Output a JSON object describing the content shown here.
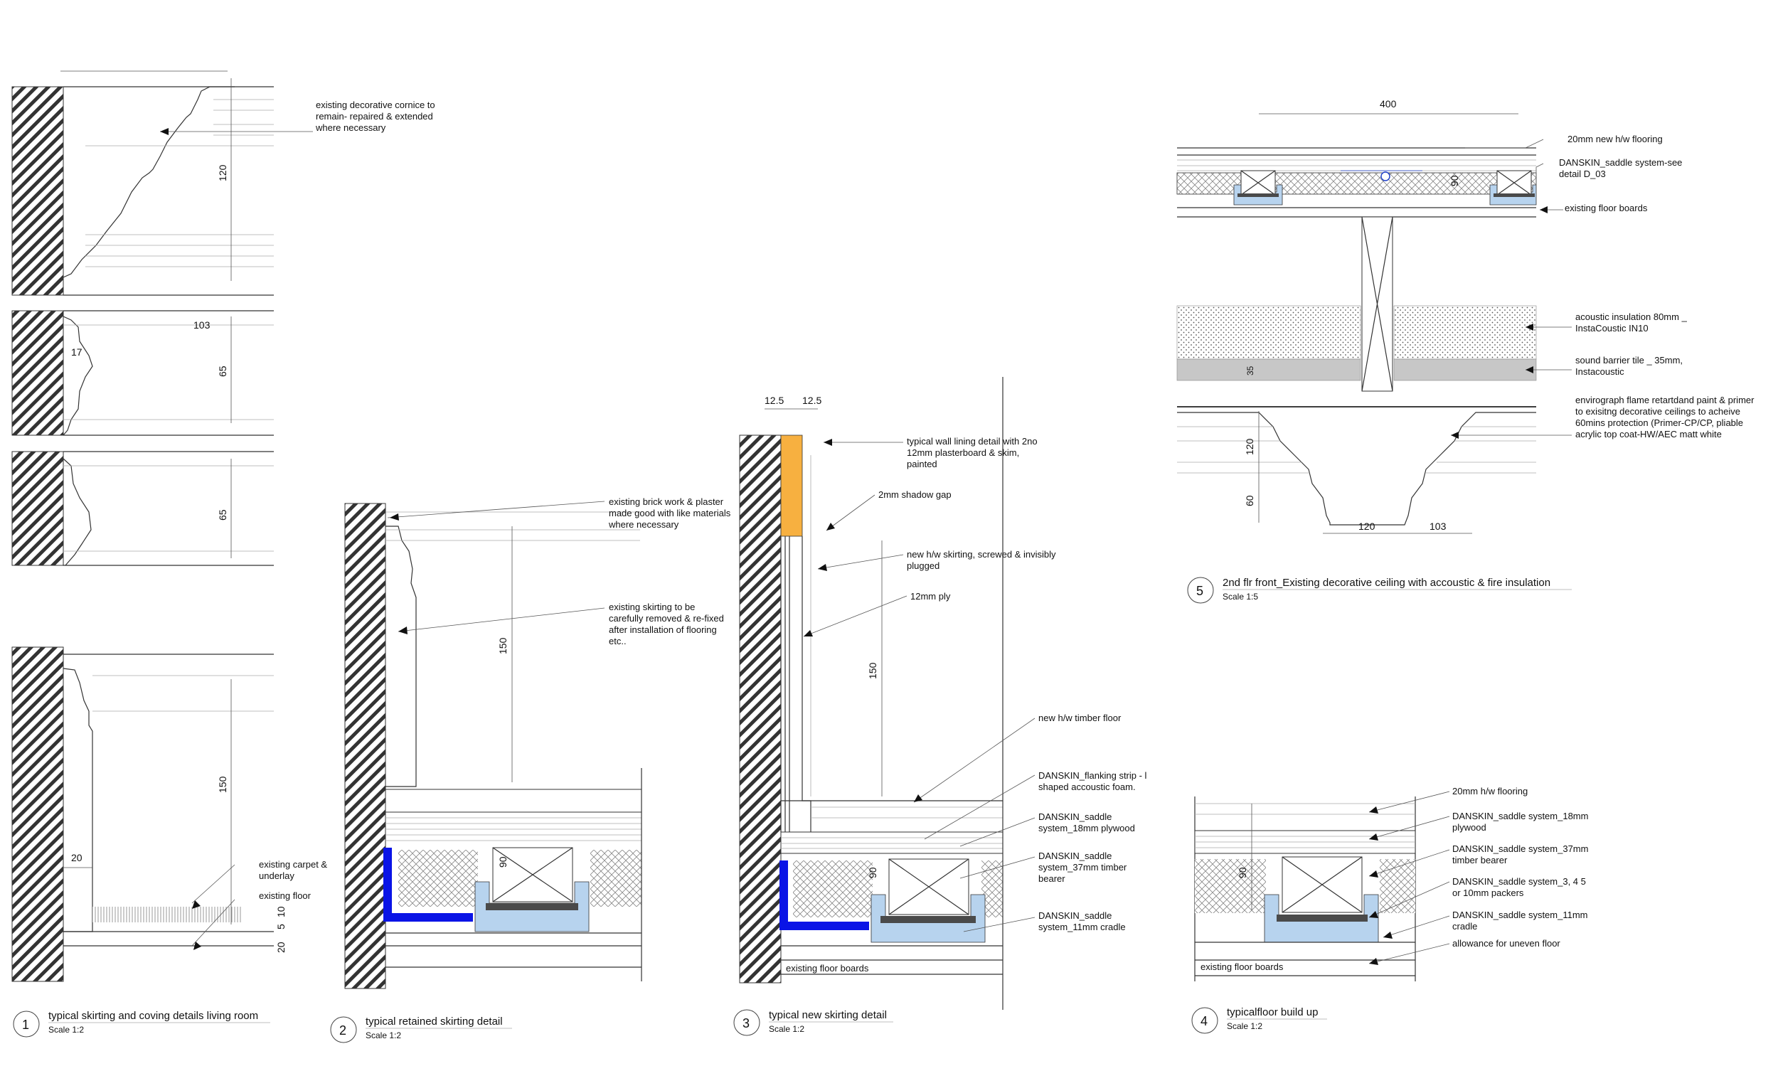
{
  "details": {
    "d1": {
      "number": "1",
      "title": "typical skirting and coving details living room",
      "scale": "Scale 1:2",
      "notes": {
        "cornice": [
          "existing decorative cornice to",
          "remain- repaired & extended",
          "where necessary"
        ],
        "carpet": [
          "existing carpet  &",
          "underlay"
        ],
        "floor": "existing floor"
      },
      "dims": {
        "d120": "120",
        "d103": "103",
        "d17": "17",
        "d65a": "65",
        "d65b": "65",
        "d150": "150",
        "d20": "20",
        "d5": "5",
        "d10": "10",
        "d20b": "20"
      }
    },
    "d2": {
      "number": "2",
      "title": "typical retained skirting detail",
      "scale": "Scale 1:2",
      "notes": {
        "brick": [
          "existing brick work & plaster",
          "made good with like materials",
          "where necessary"
        ],
        "skirting": [
          "existing skirting to be",
          "carefully removed & re-fixed",
          "after installation of flooring",
          "etc.."
        ]
      },
      "dims": {
        "d150": "150",
        "d90": "90"
      }
    },
    "d3": {
      "number": "3",
      "title": "typical new skirting detail",
      "scale": "Scale 1:2",
      "notes": {
        "lining": [
          "typical wall lining detail with 2no",
          "12mm plasterboard & skim,",
          "painted"
        ],
        "shadow": "2mm shadow gap",
        "skirting": [
          "new h/w skirting, screwed & invisibly",
          "plugged"
        ],
        "ply": "12mm ply",
        "timber": "new h/w timber floor",
        "flanking": [
          "DANSKIN_flanking strip - l",
          "shaped accoustic foam."
        ],
        "plywood": [
          "DANSKIN_saddle",
          "system_18mm plywood"
        ],
        "bearer": [
          "DANSKIN_saddle",
          "system_37mm timber",
          "bearer"
        ],
        "cradle": [
          "DANSKIN_saddle",
          "system_11mm cradle"
        ],
        "boards": "existing floor boards"
      },
      "dims": {
        "d125a": "12.5",
        "d125b": "12.5",
        "d150": "150",
        "d90": "90"
      }
    },
    "d4": {
      "number": "4",
      "title": "typicalfloor build up",
      "scale": "Scale 1:2",
      "notes": {
        "flooring": "20mm h/w flooring",
        "plywood": [
          "DANSKIN_saddle system_18mm",
          "plywood"
        ],
        "bearer": [
          "DANSKIN_saddle system_37mm",
          "timber bearer"
        ],
        "packers": [
          "DANSKIN_saddle system_3, 4 5",
          "or 10mm packers"
        ],
        "cradle": [
          "DANSKIN_saddle system_11mm",
          "cradle"
        ],
        "uneven": "allowance for uneven floor",
        "boards": "existing floor boards"
      },
      "dims": {
        "d90": "90"
      }
    },
    "d5": {
      "number": "5",
      "title": "2nd flr front_Existing decorative ceiling with accoustic & fire insulation",
      "scale": "Scale 1:5",
      "notes": {
        "flooring": "20mm new h/w flooring",
        "saddle": [
          "DANSKIN_saddle system-see",
          "detail D_03"
        ],
        "boards": "existing floor boards",
        "acoustic": [
          "acoustic insulation 80mm _",
          "InstaCoustic IN10"
        ],
        "barrier": [
          "sound barrier tile _ 35mm,",
          "Instacoustic"
        ],
        "paint": [
          "envirograph flame retartdand paint  & primer",
          "to exisitng decorative ceilings to acheive",
          "60mins protection (Primer-CP/CP, pliable",
          "acrylic top coat-HW/AEC matt white"
        ]
      },
      "dims": {
        "d400": "400",
        "d90": "90",
        "d35": "35",
        "d120": "120",
        "d60": "60",
        "d120b": "120",
        "d103": "103"
      }
    }
  },
  "colors": {
    "insulation_blue": "#0a14e6",
    "cradle_blue": "#b7d3ee",
    "lining_orange": "#f7b040",
    "barrier_grey": "#c7c7c7",
    "packer_dark": "#4a4a4a"
  }
}
